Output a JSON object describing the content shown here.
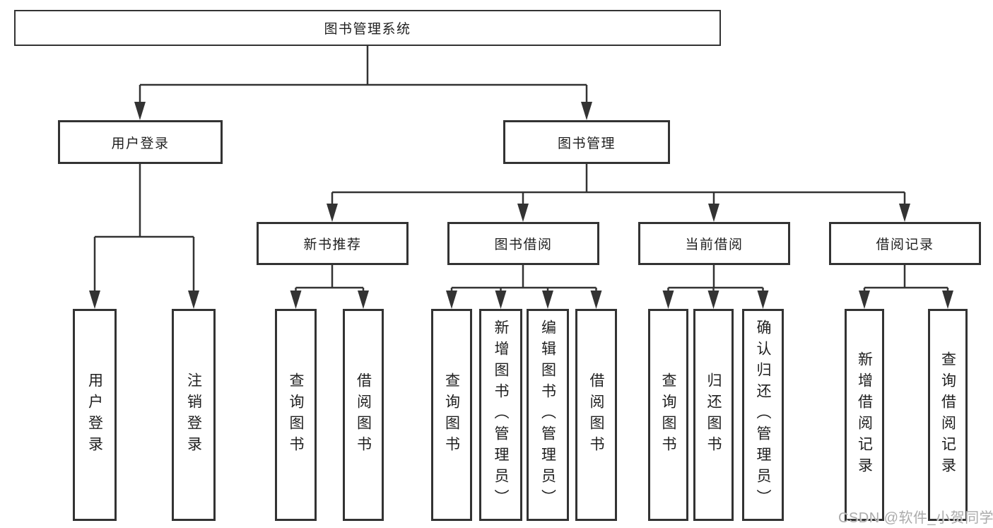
{
  "tree": {
    "root": {
      "label": "图书管理系统"
    },
    "level2": [
      {
        "label": "用户登录",
        "children": [
          {
            "label": "用户登录"
          },
          {
            "label": "注销登录"
          }
        ]
      },
      {
        "label": "图书管理",
        "children": [
          {
            "label": "新书推荐",
            "children": [
              {
                "label": "查询图书"
              },
              {
                "label": "借阅图书"
              }
            ]
          },
          {
            "label": "图书借阅",
            "children": [
              {
                "label": "查询图书"
              },
              {
                "label": "新增图书（管理员）"
              },
              {
                "label": "编辑图书（管理员）"
              },
              {
                "label": "借阅图书"
              }
            ]
          },
          {
            "label": "当前借阅",
            "children": [
              {
                "label": "查询图书"
              },
              {
                "label": "归还图书"
              },
              {
                "label": "确认归还（管理员）"
              }
            ]
          },
          {
            "label": "借阅记录",
            "children": [
              {
                "label": "新增借阅记录"
              },
              {
                "label": "查询借阅记录"
              }
            ]
          }
        ]
      }
    ]
  },
  "watermark": "CSDN @软件_小贺同学",
  "colors": {
    "line": "#333333",
    "text": "#1f1f1f",
    "watermark": "#ababab",
    "background": "#ffffff"
  }
}
